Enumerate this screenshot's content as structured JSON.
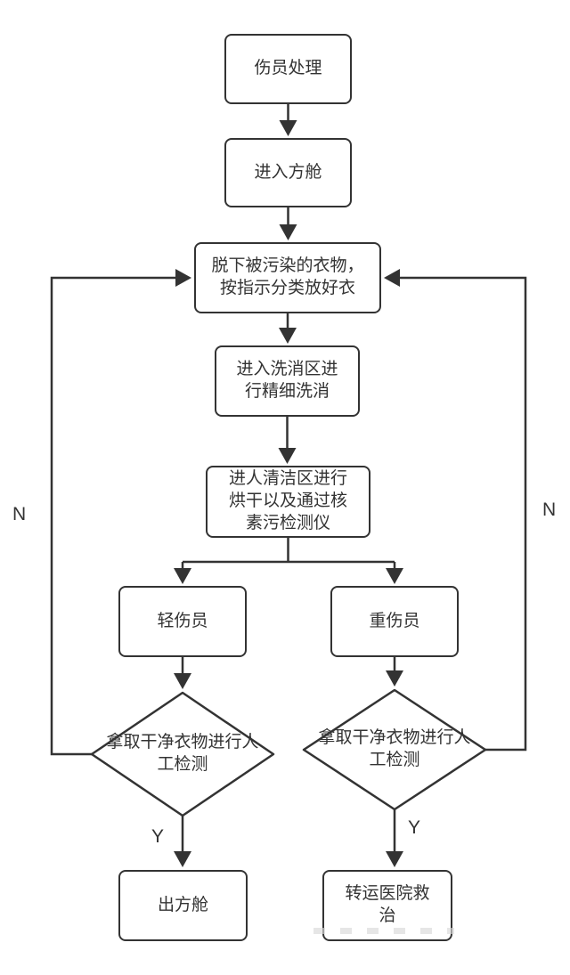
{
  "diagram": {
    "type": "flowchart",
    "line_color": "#333333",
    "background": "#ffffff",
    "nodes": {
      "start": {
        "lines": [
          "伤员处理"
        ]
      },
      "enter": {
        "lines": [
          "进入方舱"
        ]
      },
      "undress": {
        "lines": [
          "脱下被污染的衣物，",
          "按指示分类放好衣"
        ]
      },
      "wash": {
        "lines": [
          "进入洗消区进",
          "行精细洗消"
        ]
      },
      "clean": {
        "lines": [
          "进人清洁区进行",
          "烘干以及通过核",
          "素污检测仪"
        ]
      },
      "light": {
        "lines": [
          "轻伤员"
        ]
      },
      "heavy": {
        "lines": [
          "重伤员"
        ]
      },
      "check_left": {
        "lines": [
          "拿取干净衣物进行人",
          "工检测"
        ]
      },
      "check_right": {
        "lines": [
          "拿取干净衣物进行人",
          "工检测"
        ]
      },
      "exit": {
        "lines": [
          "出方舱"
        ]
      },
      "hospital": {
        "lines": [
          "转运医院救",
          "治"
        ]
      }
    },
    "labels": {
      "n_left": "N",
      "n_right": "N",
      "y_left": "Y",
      "y_right": "Y"
    }
  }
}
